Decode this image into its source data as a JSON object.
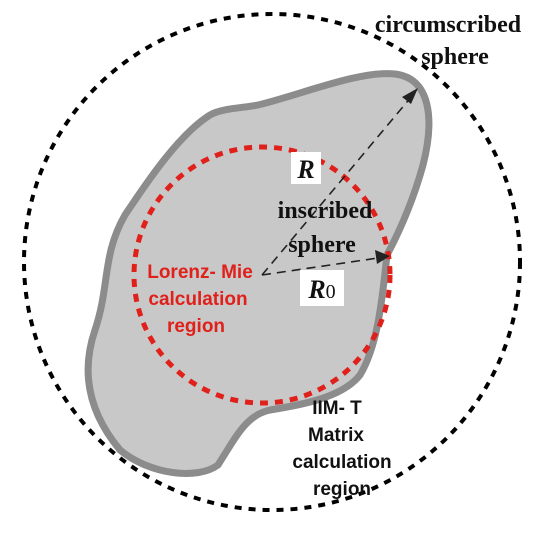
{
  "labels": {
    "circumscribed_line1": "circumscribed",
    "circumscribed_line2": "sphere",
    "radius_outer": "R",
    "inscribed_line1": "inscribed",
    "inscribed_line2": "sphere",
    "radius_inner_letter": "R",
    "radius_inner_subscript": "0",
    "lorenz_line1": "Lorenz- Mie",
    "lorenz_line2": "calculation",
    "lorenz_line3": "region",
    "iim_line1": "IIM- T",
    "iim_line2": "Matrix",
    "iim_line3": "calculation",
    "iim_line4": "region"
  },
  "colors": {
    "particle_fill": "#c8c8c8",
    "particle_stroke": "#8c8c8c",
    "outer_circle": "#000000",
    "inner_circle": "#e0201b",
    "lorenz_text": "#e0201b",
    "text": "#111111"
  }
}
